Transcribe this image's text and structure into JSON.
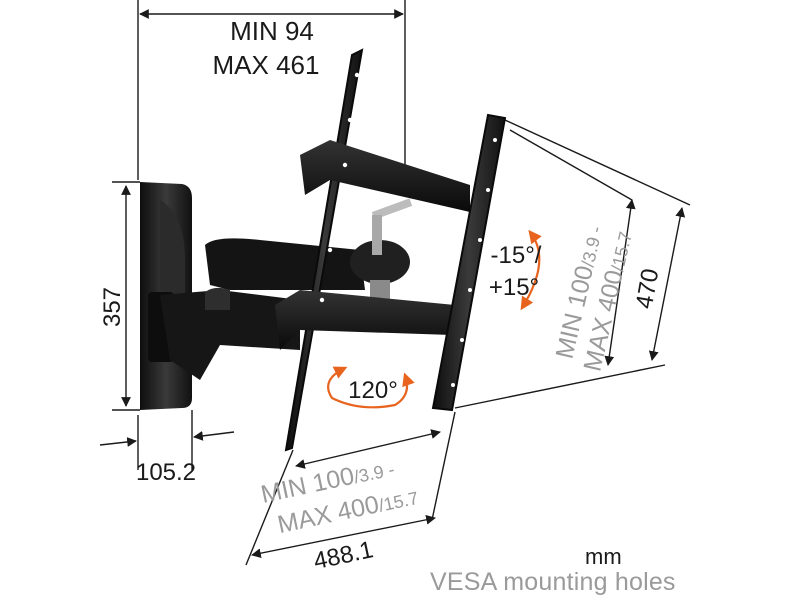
{
  "top_dim": {
    "line1": "MIN 94",
    "line2": "MAX 461"
  },
  "wall_height": "357",
  "wall_depth": "105.2",
  "tilt": {
    "line1": "-15°/",
    "line2": "+15°"
  },
  "swivel": "120°",
  "screen_height": "470",
  "vesa_vertical": {
    "min_prefix": "MIN 100",
    "min_suffix": "/3.9 -",
    "max_prefix": "MAX 400",
    "max_suffix": "/15.7"
  },
  "vesa_horizontal": {
    "min_prefix": "MIN 100",
    "min_suffix": "/3.9 -",
    "max_prefix": "MAX 400",
    "max_suffix": "/15.7"
  },
  "bottom_width": "488.1",
  "legend": {
    "unit": "mm",
    "vesa_label": "VESA mounting holes"
  },
  "colors": {
    "accent": "#e8641e",
    "mount": "#1c1c1c",
    "text": "#1a1a1a",
    "grey_text": "#9a9a9a"
  }
}
